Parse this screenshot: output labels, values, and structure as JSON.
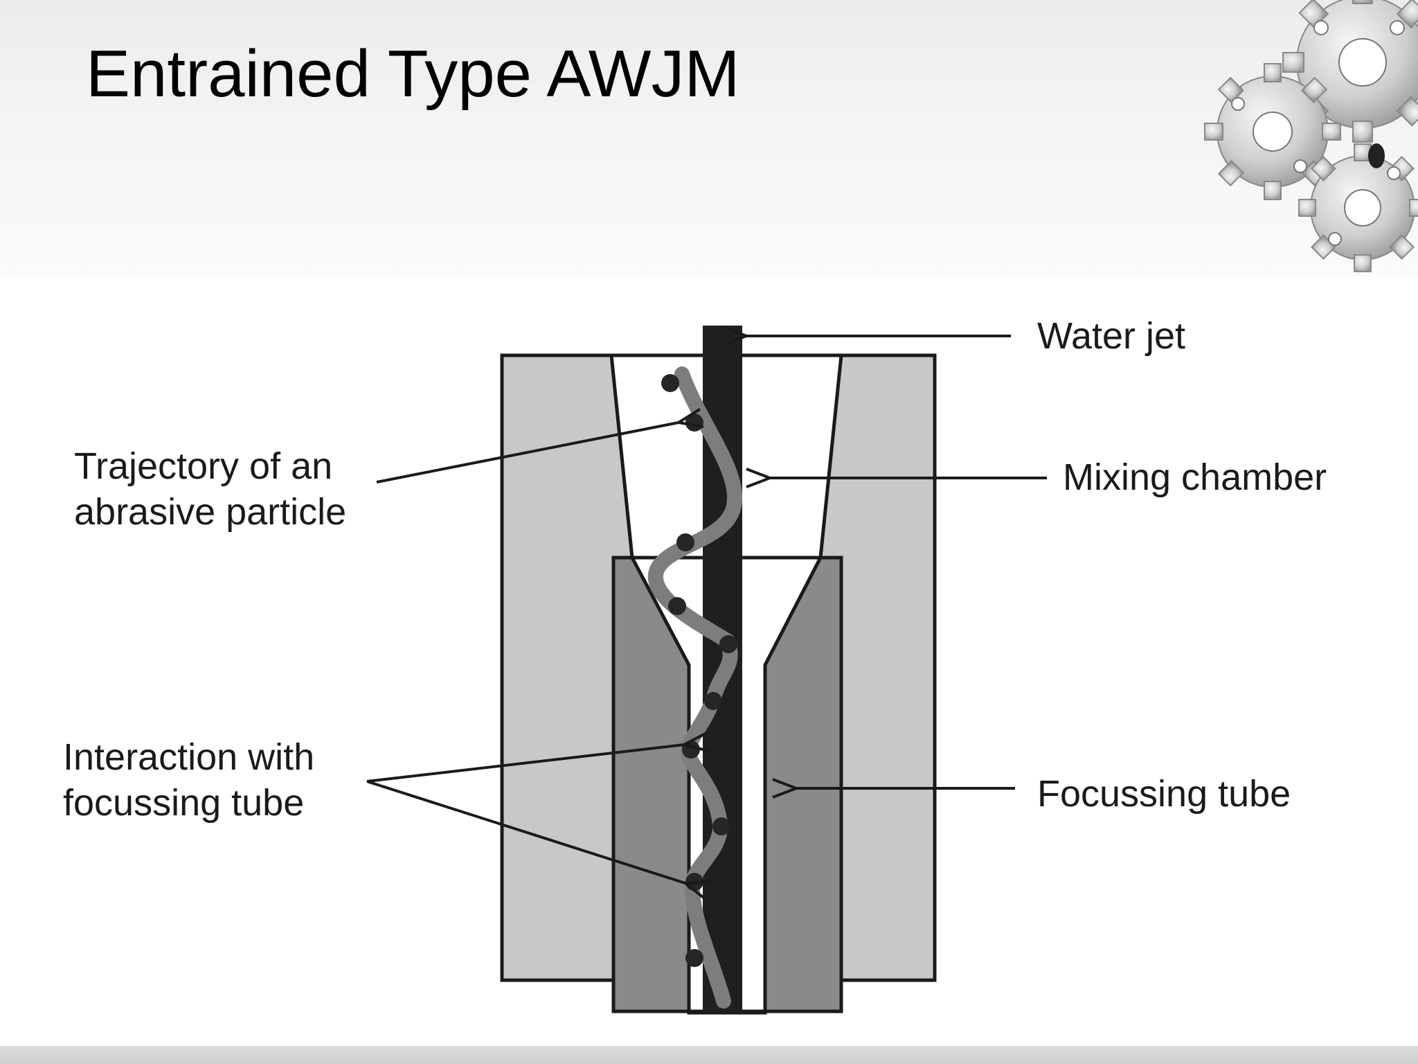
{
  "slide": {
    "title": "Entrained Type AWJM"
  },
  "labels": {
    "water_jet": "Water jet",
    "mixing_chamber": "Mixing chamber",
    "focussing_tube": "Focussing tube",
    "trajectory_line1": "Trajectory of an",
    "trajectory_line2": "abrasive particle",
    "interaction_line1": "Interaction with",
    "interaction_line2": "focussing tube"
  },
  "colors": {
    "nozzle_body": "#c8c8c8",
    "focussing_tube": "#8a8a8a",
    "water_jet": "#1f1f1f",
    "trajectory": "#7d7d7d",
    "particle": "#262626"
  }
}
